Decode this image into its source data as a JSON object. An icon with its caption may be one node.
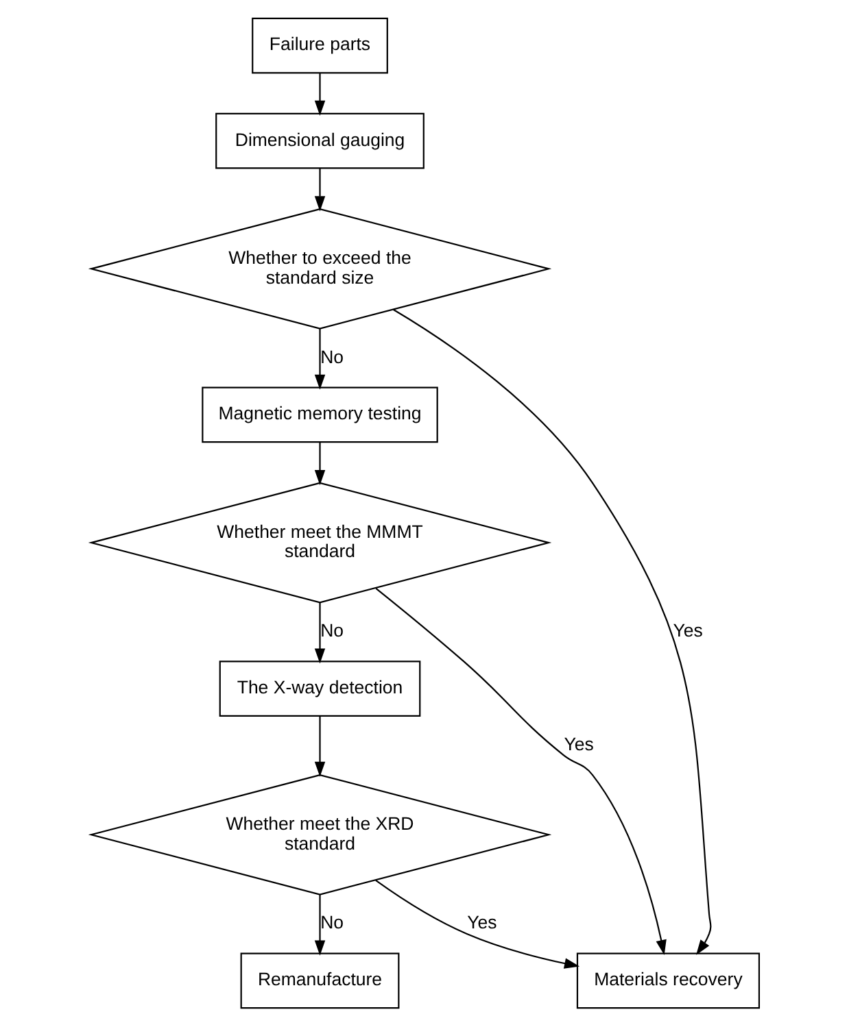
{
  "diagram": {
    "nodes": [
      {
        "text": [
          "Failure parts"
        ]
      },
      {
        "text": [
          "Dimensional gauging"
        ]
      },
      {
        "text": [
          "Whether to exceed the standard size"
        ]
      },
      {
        "text": [
          "Magnetic memory testing"
        ]
      },
      {
        "text": [
          "Whether meet the MMMT standard"
        ]
      },
      {
        "text": [
          "The X-way detection"
        ]
      },
      {
        "text": [
          "Whether meet the XRD standard"
        ]
      },
      {
        "text": [
          "Remanufacture"
        ]
      },
      {
        "text": [
          "Materials recovery"
        ]
      }
    ],
    "edges": [
      {
        "from": 0,
        "to": 1,
        "arrow": "to"
      },
      {
        "from": 1,
        "to": 2,
        "arrow": "to"
      },
      {
        "from": 2,
        "to": 3,
        "arrow": "to",
        "label": "No"
      },
      {
        "from": 3,
        "to": 4,
        "arrow": "to"
      },
      {
        "from": 4,
        "to": 5,
        "arrow": "to",
        "label": "No"
      },
      {
        "from": 5,
        "to": 6,
        "arrow": "to"
      },
      {
        "from": 6,
        "to": 7,
        "arrow": "to",
        "label": "No"
      },
      {
        "from": 2,
        "to": 8,
        "arrow": "to",
        "label": "Yes"
      },
      {
        "from": 4,
        "to": 8,
        "arrow": "to",
        "label": "Yes"
      },
      {
        "from": 6,
        "to": 8,
        "arrow": "to",
        "label": "Yes"
      }
    ]
  }
}
